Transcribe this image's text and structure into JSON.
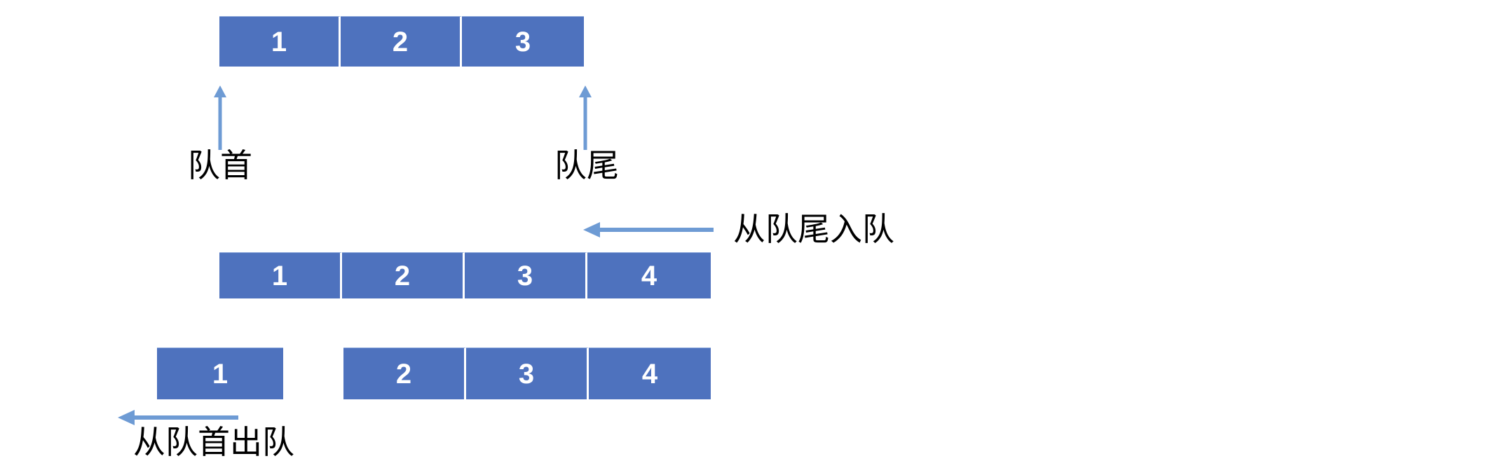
{
  "diagram": {
    "title": "queue-operations-diagram",
    "colors": {
      "cell_fill": "#4E72BE",
      "cell_text": "#FFFFFF",
      "arrow": "#6E9BD4",
      "label_text": "#000000",
      "background": "#FFFFFF"
    },
    "rows": [
      {
        "id": "initial-queue",
        "cells": [
          "1",
          "2",
          "3"
        ]
      },
      {
        "id": "after-enqueue-queue",
        "cells": [
          "1",
          "2",
          "3",
          "4"
        ]
      },
      {
        "id": "after-dequeue-queue",
        "detached_cells": [
          "1"
        ],
        "cells": [
          "2",
          "3",
          "4"
        ]
      }
    ],
    "labels": {
      "head": "队首",
      "tail": "队尾",
      "enqueue": "从队尾入队",
      "dequeue": "从队首出队"
    },
    "arrows": {
      "head_pointer": "up-arrow",
      "tail_pointer": "up-arrow",
      "enqueue_arrow": "left-arrow",
      "dequeue_arrow": "left-arrow"
    }
  }
}
